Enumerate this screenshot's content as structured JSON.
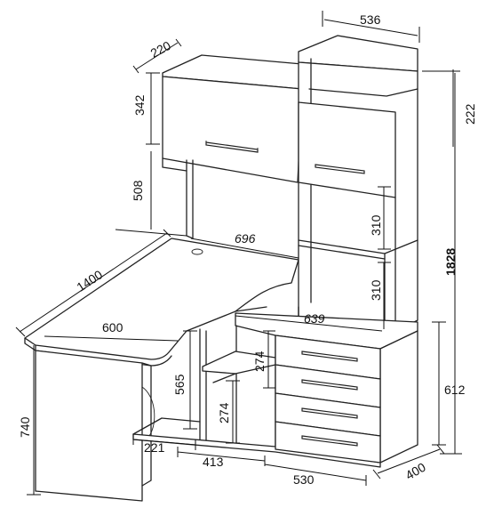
{
  "dimensions": {
    "top_width": "536",
    "cabinet_depth": "220",
    "upper_cabinet_height": "342",
    "shelf_top_height": "222",
    "gap_height": "508",
    "shelf_height_upper": "310",
    "shelf_height_lower": "310",
    "desk_back_width": "696",
    "desk_length": "1400",
    "total_height": "1828",
    "desk_depth": "600",
    "inner_width": "639",
    "lower_shelf_274_a": "274",
    "knee_height": "565",
    "desk_height": "740",
    "lower_shelf_274_b": "274",
    "drawer_unit_height": "612",
    "base_width_221": "221",
    "base_width_413": "413",
    "base_width_530": "530",
    "drawer_depth": "400"
  }
}
